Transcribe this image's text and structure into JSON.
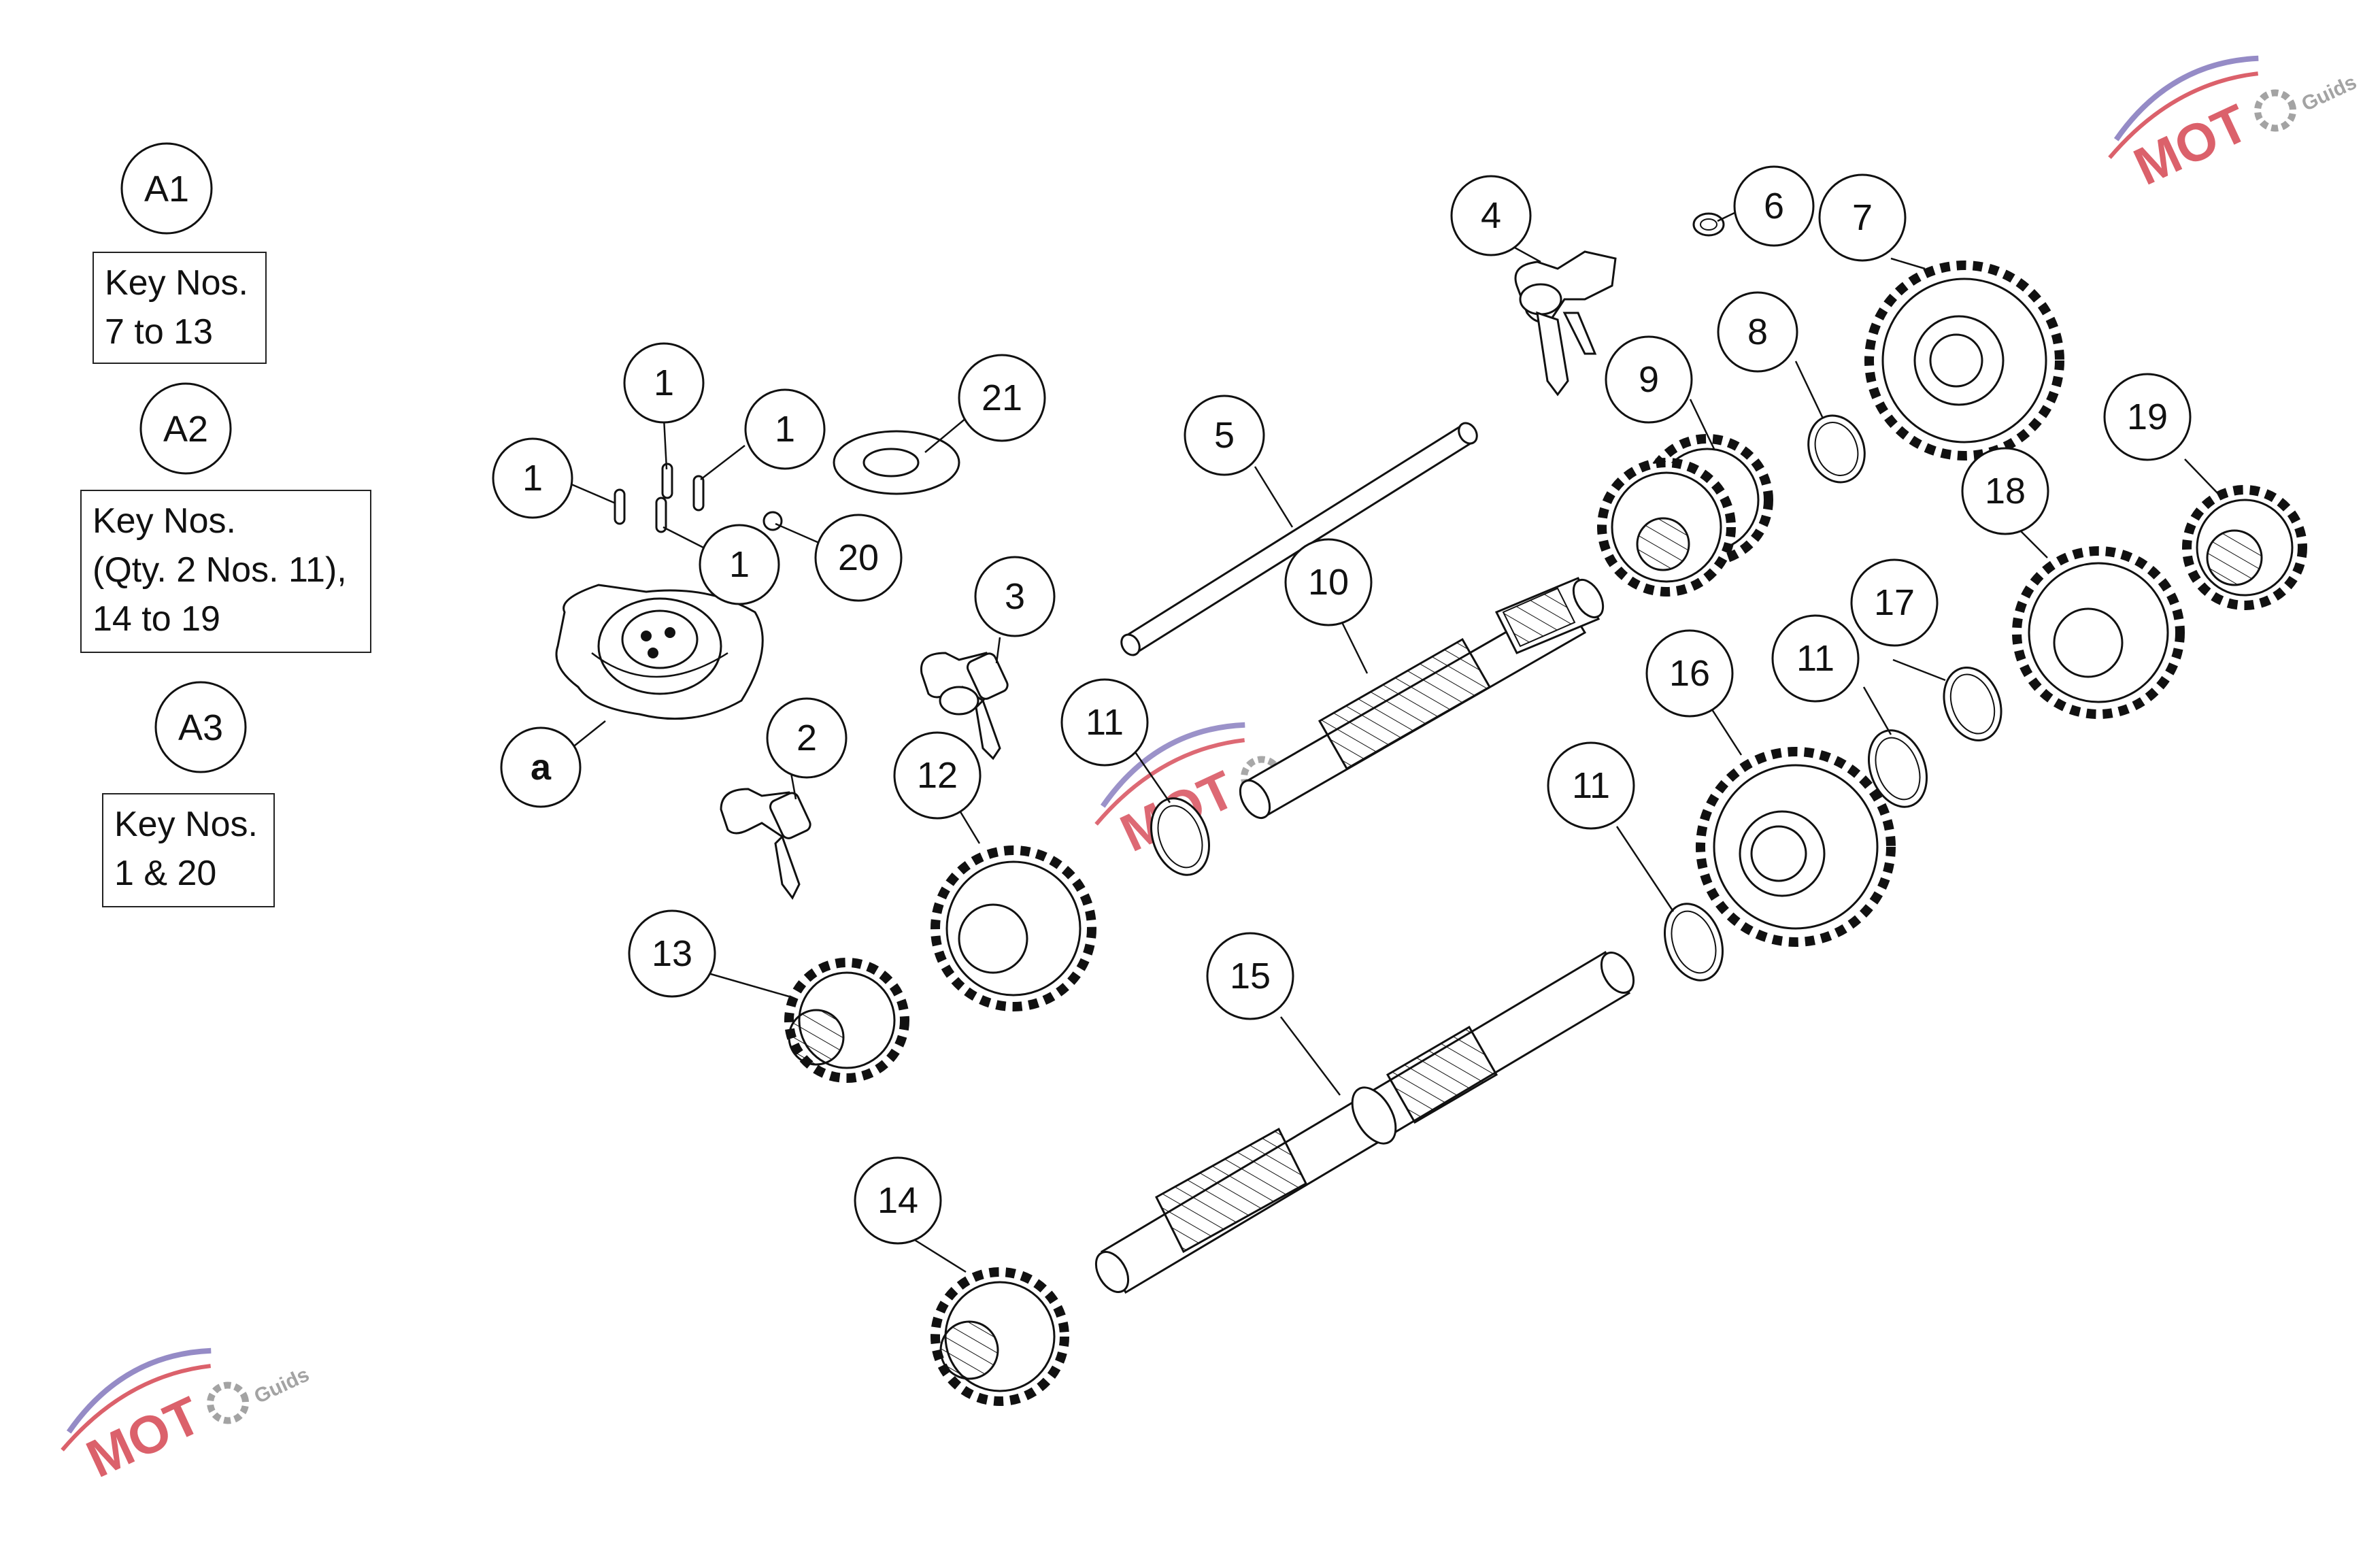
{
  "groups": [
    {
      "label": "A1",
      "lines": [
        "Key Nos.",
        "7 to 13"
      ]
    },
    {
      "label": "A2",
      "lines": [
        "Key Nos.",
        "(Qty. 2 Nos. 11),",
        "14 to 19"
      ]
    },
    {
      "label": "A3",
      "lines": [
        "Key Nos.",
        "1 & 20"
      ]
    }
  ],
  "callouts": {
    "c1a": "1",
    "c1b": "1",
    "c1c": "1",
    "c1d": "1",
    "c2": "2",
    "c3": "3",
    "c4": "4",
    "c5": "5",
    "c6": "6",
    "c7": "7",
    "c8": "8",
    "c9": "9",
    "c10": "10",
    "c11a": "11",
    "c11b": "11",
    "c11c": "11",
    "c12": "12",
    "c13": "13",
    "c14": "14",
    "c15": "15",
    "c16": "16",
    "c17": "17",
    "c18": "18",
    "c19": "19",
    "c20": "20",
    "c21": "21",
    "ca": "a"
  },
  "watermark": {
    "brand": "MOTO",
    "suffix": "Guids",
    "colors": {
      "primary": "#d8505c",
      "secondary": "#8a7fc0",
      "gray": "#9a9a9a"
    }
  }
}
